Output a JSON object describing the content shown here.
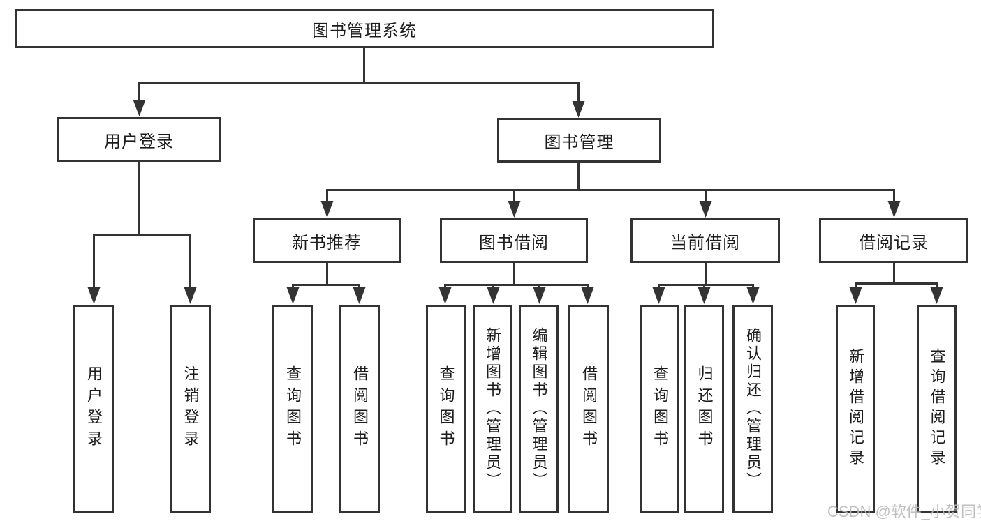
{
  "diagram": {
    "title": "图书管理系统",
    "level2": {
      "user_login": "用户登录",
      "book_management": "图书管理"
    },
    "level3": {
      "new_book_recommend": "新书推荐",
      "book_borrowing": "图书借阅",
      "current_borrowing": "当前借阅",
      "borrowing_records": "借阅记录"
    },
    "leaves": {
      "user_login": [
        "用户登录",
        "注销登录"
      ],
      "new_book_recommend": [
        "查询图书",
        "借阅图书"
      ],
      "book_borrowing": [
        "查询图书",
        "新增图书（管理员）",
        "编辑图书（管理员）",
        "借阅图书"
      ],
      "current_borrowing": [
        "查询图书",
        "归还图书",
        "确认归还（管理员）"
      ],
      "borrowing_records": [
        "新增借阅记录",
        "查询借阅记录"
      ]
    }
  },
  "watermark": "CSDN @软件_小贺同学",
  "colors": {
    "line": "#333333",
    "text": "#1c1c1c",
    "watermark": "#b9b9b9",
    "background": "#ffffff"
  }
}
